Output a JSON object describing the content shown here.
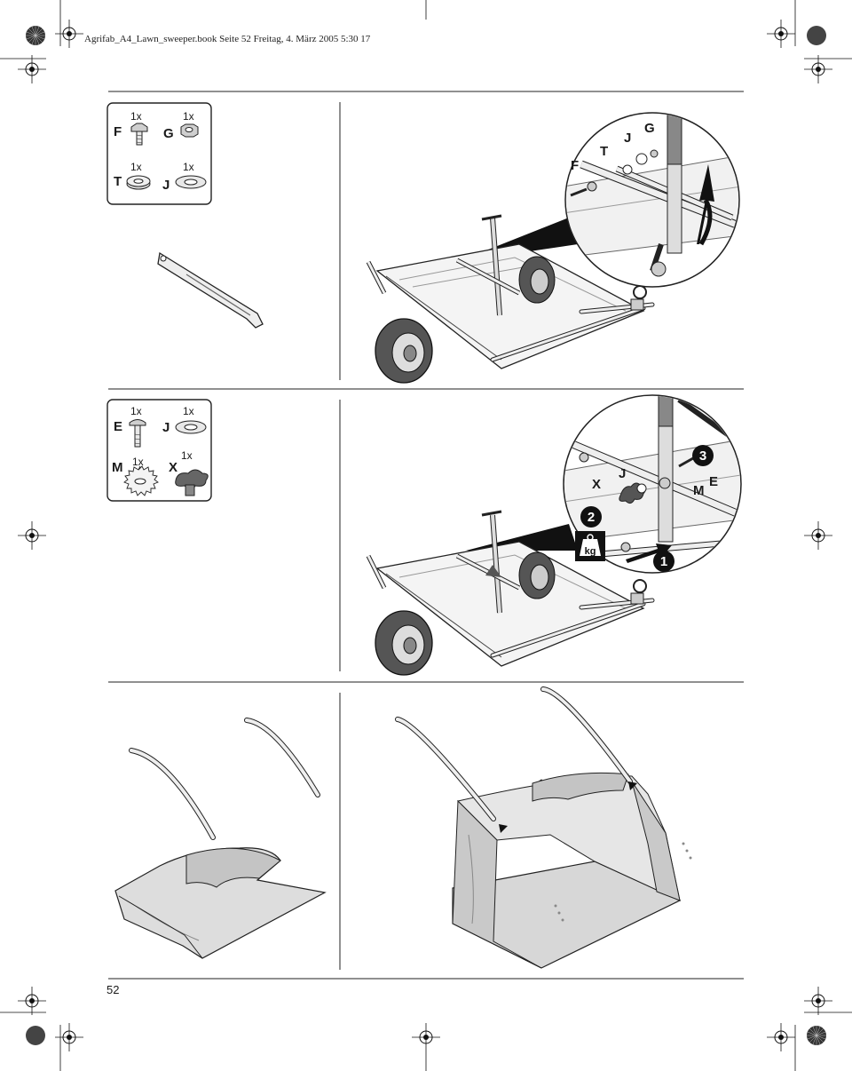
{
  "header": {
    "text": "Agrifab_A4_Lawn_sweeper.book  Seite 52  Freitag, 4. März 2005  5:30 17"
  },
  "page_number": "52",
  "step1": {
    "parts": [
      {
        "letter": "F",
        "qty": "1x"
      },
      {
        "letter": "G",
        "qty": "1x"
      },
      {
        "letter": "T",
        "qty": "1x"
      },
      {
        "letter": "J",
        "qty": "1x"
      }
    ],
    "callouts": [
      "F",
      "T",
      "J",
      "G"
    ]
  },
  "step2": {
    "parts": [
      {
        "letter": "E",
        "qty": "1x"
      },
      {
        "letter": "J",
        "qty": "1x"
      },
      {
        "letter": "M",
        "qty": "1x"
      },
      {
        "letter": "X",
        "qty": "1x"
      }
    ],
    "callouts": [
      "J",
      "X",
      "M",
      "E"
    ],
    "steps": [
      "1",
      "2",
      "3"
    ],
    "weight_label": "kg"
  },
  "colors": {
    "gray_fabric": "#c8c8c8",
    "dark": "#1a1a1a",
    "mid_gray": "#9a9a9a"
  }
}
